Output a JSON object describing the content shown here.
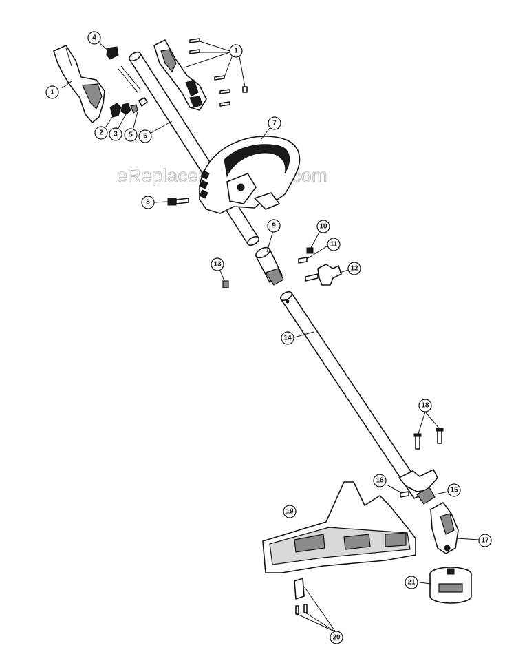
{
  "watermark": "eReplacementParts.com",
  "callouts": [
    {
      "id": "c1a",
      "label": "1"
    },
    {
      "id": "c1b",
      "label": "1"
    },
    {
      "id": "c2",
      "label": "2"
    },
    {
      "id": "c3",
      "label": "3"
    },
    {
      "id": "c4",
      "label": "4"
    },
    {
      "id": "c5",
      "label": "5"
    },
    {
      "id": "c6",
      "label": "6"
    },
    {
      "id": "c7",
      "label": "7"
    },
    {
      "id": "c8",
      "label": "8"
    },
    {
      "id": "c9",
      "label": "9"
    },
    {
      "id": "c10",
      "label": "10"
    },
    {
      "id": "c11",
      "label": "11"
    },
    {
      "id": "c12",
      "label": "12"
    },
    {
      "id": "c13",
      "label": "13"
    },
    {
      "id": "c14",
      "label": "14"
    },
    {
      "id": "c15",
      "label": "15"
    },
    {
      "id": "c16",
      "label": "16"
    },
    {
      "id": "c17",
      "label": "17"
    },
    {
      "id": "c18",
      "label": "18"
    },
    {
      "id": "c19",
      "label": "19"
    },
    {
      "id": "c20",
      "label": "20"
    },
    {
      "id": "c21",
      "label": "21"
    }
  ]
}
